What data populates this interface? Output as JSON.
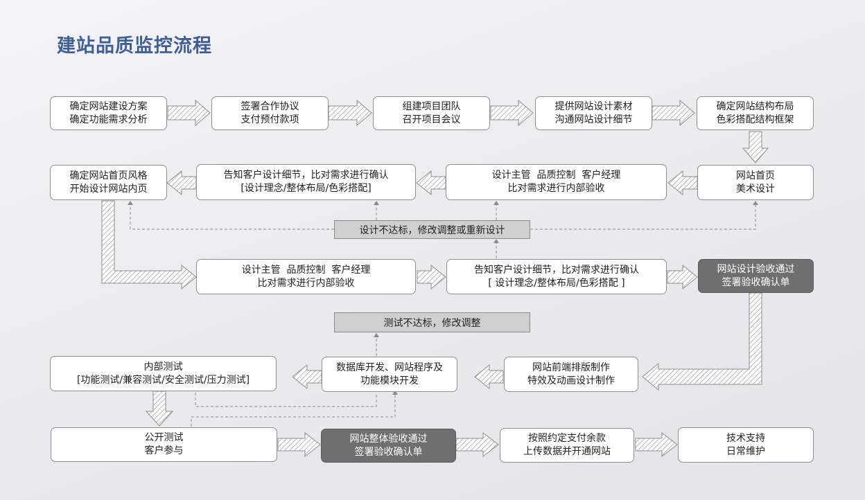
{
  "title": "建站品质监控流程",
  "steps": {
    "s1": "确定网站建设方案\n确定功能需求分析",
    "s2": "签署合作协议\n支付预付款项",
    "s3": "组建项目团队\n召开项目会议",
    "s4": "提供网站设计素材\n沟通网站设计细节",
    "s5": "确定网站结构布局\n色彩搭配结构框架",
    "s6": "网站首页\n美术设计",
    "s7": "设计主管  品质控制  客户经理\n比对需求进行内部验收",
    "s8": "告知客户设计细节，比对需求进行确认\n[设计理念/整体布局/色彩搭配]",
    "s9": "确定网站首页风格\n开始设计网站内页",
    "s10": "设计主管  品质控制  客户经理\n比对需求进行内部验收",
    "s11": "告知客户设计细节，比对需求进行确认\n[ 设计理念/整体布局/色彩搭配 ]",
    "s12": "网站设计验收通过\n签署验收确认单",
    "s13": "网站前端排版制作\n特效及动画设计制作",
    "s14": "数据库开发、网站程序及\n功能模块开发",
    "s15": "内部测试\n[功能测试/兼容测试/安全测试/压力测试]",
    "s16": "公开测试\n客户参与",
    "s17": "网站整体验收通过\n签署验收确认单",
    "s18": "按照约定支付余款\n上传数据并开通网站",
    "s19": "技术支持\n日常维护"
  },
  "banners": {
    "design_fail": "设计不达标，修改调整或重新设计",
    "test_fail": "测试不达标，修改调整"
  }
}
